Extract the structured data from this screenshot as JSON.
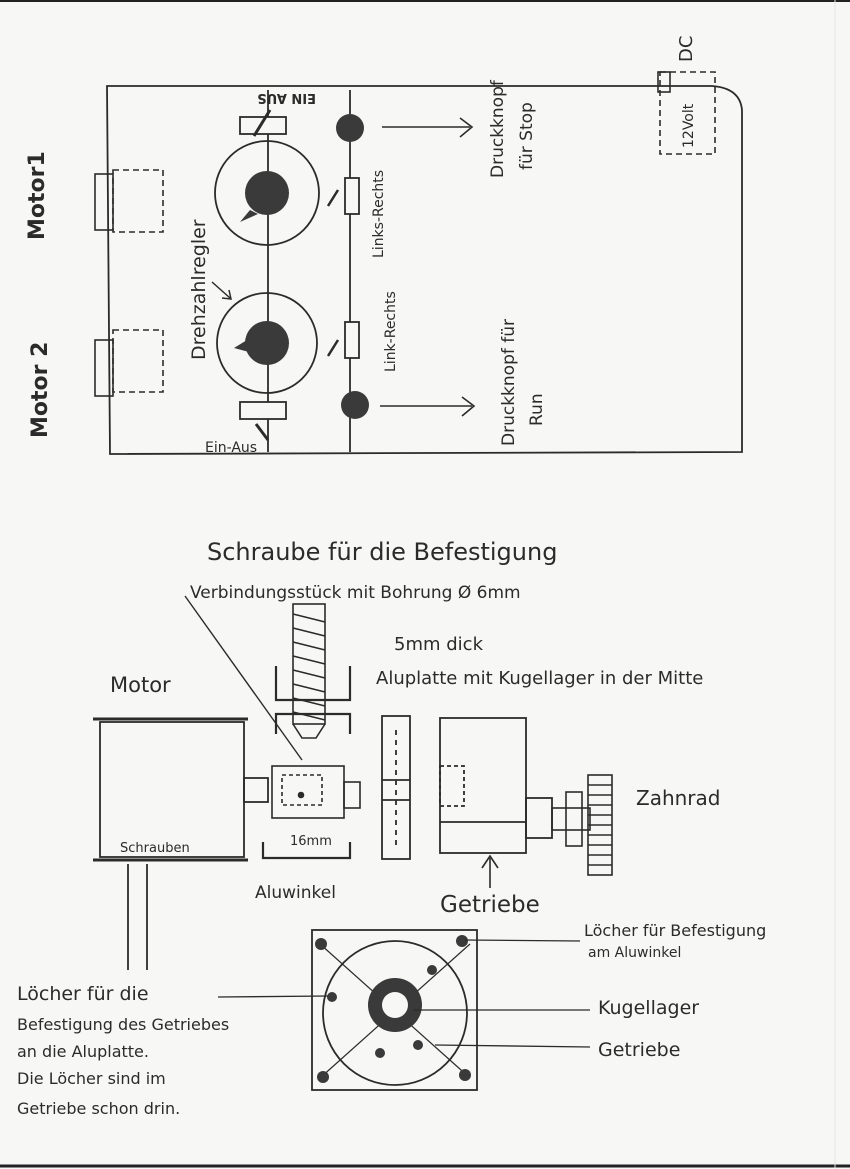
{
  "control_box": {
    "motor1": "Motor1",
    "motor2": "Motor 2",
    "ein_aus_top": "EIN AUS",
    "ein_aus_bottom": "Ein-Aus",
    "drehzahlregler": "Drehzahlregler",
    "links_rechts_top": "Links-Rechts",
    "links_rechts_bottom": "Link-Rechts",
    "druckknopf_stop": [
      "Druckknopf",
      "für Stop"
    ],
    "druckknopf_run": [
      "Druckknopf für",
      "Run"
    ],
    "dc": "DC",
    "volt": "12Volt"
  },
  "assembly": {
    "schraube": "Schraube für die Befestigung",
    "verbindung": "Verbindungsstück mit Bohrung Ø 6mm",
    "dick": "5mm dick",
    "aluplatte": "Aluplatte mit Kugellager in der Mitte",
    "motor": "Motor",
    "schrauben": "Schrauben",
    "mm16": "16mm",
    "aluwinkel": "Aluwinkel",
    "getriebe": "Getriebe",
    "zahnrad": "Zahnrad"
  },
  "plate": {
    "loecher_alu": [
      "Löcher für Befestigung",
      "am Aluwinkel"
    ],
    "kugellager": "Kugellager",
    "getriebe": "Getriebe",
    "loecher_getriebe": [
      "Löcher für die",
      "Befestigung des Getriebes",
      "an die Aluplatte.",
      "Die Löcher sind im",
      "Getriebe schon drin."
    ]
  },
  "colors": {
    "ink": "#2b2b2b",
    "paper": "#f7f7f5",
    "knob": "#3a3a3a"
  }
}
